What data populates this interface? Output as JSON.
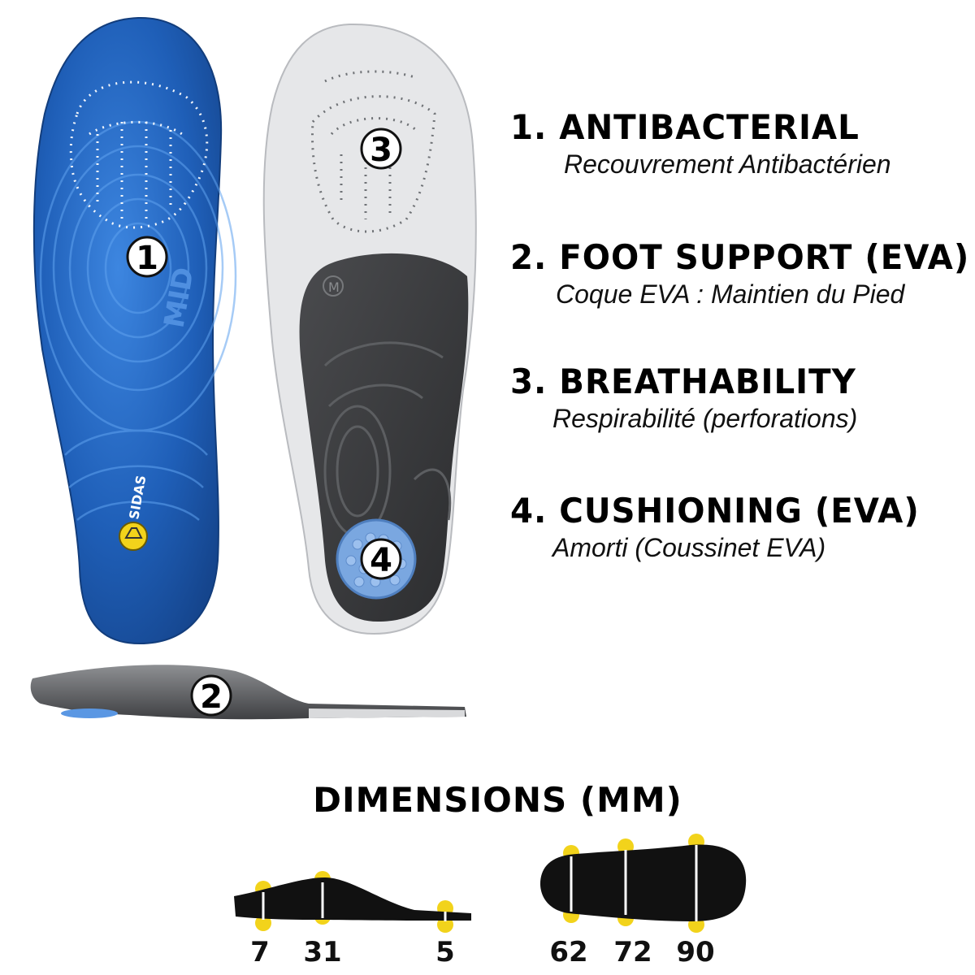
{
  "features": [
    {
      "heading": "1.  ANTIBACTERIAL",
      "sub": "Recouvrement Antibactérien"
    },
    {
      "heading": "2. FOOT SUPPORT (EVA)",
      "sub": "Coque EVA : Maintien du Pied"
    },
    {
      "heading": "3. BREATHABILITY",
      "sub": "Respirabilité (perforations)"
    },
    {
      "heading": "4. CUSHIONING (EVA)",
      "sub": "Amorti (Coussinet EVA)"
    }
  ],
  "markers": [
    "1",
    "2",
    "3",
    "4"
  ],
  "insole_print": {
    "model": "MID",
    "brand": "SIDAS",
    "size_mark": "M"
  },
  "dimensions": {
    "title": "DIMENSIONS (MM)",
    "side_values": [
      "7",
      "31",
      "5"
    ],
    "top_values": [
      "62",
      "72",
      "90"
    ]
  },
  "colors": {
    "blue_insole": "#1f5fb8",
    "gray_insole": "#e6e7e9",
    "dark_shell": "#3a3b3d",
    "cushion_pad": "#7aa7e0",
    "marker_yellow": "#f2d31b"
  }
}
